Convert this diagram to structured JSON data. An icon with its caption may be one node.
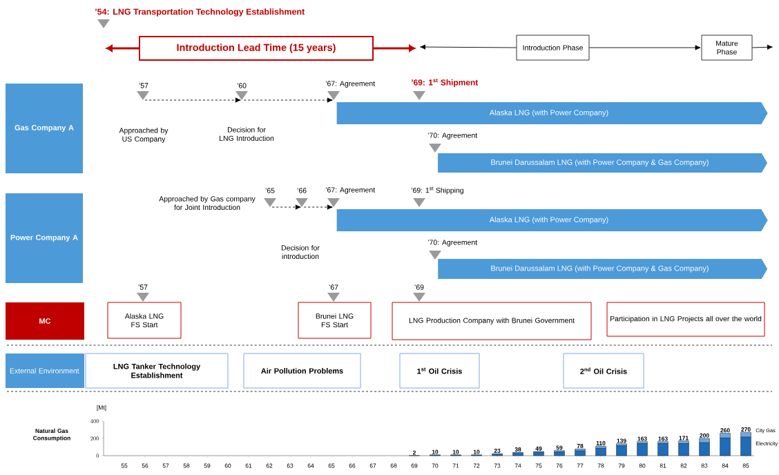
{
  "diagram": {
    "nodes": [
      {
        "text": [
          "’54: LNG Transportation Technology Establishment"
        ]
      },
      {
        "text": [
          "Introduction Lead Time (15 years)"
        ]
      },
      {
        "text": [
          "Introduction Phase"
        ]
      },
      {
        "text": [
          "Mature Phase"
        ]
      },
      {
        "text": [
          "Gas Company A"
        ]
      },
      {
        "text": [
          "’57"
        ],
        "beside": [
          "Approached by US Company"
        ]
      },
      {
        "text": [
          "’60"
        ],
        "beside": [
          "Decision for LNG Introduction"
        ]
      },
      {
        "text": [
          "’67: Agreement"
        ]
      },
      {
        "text": [
          "’69: 1$^{st}$ Shipment"
        ]
      },
      {
        "text": [
          "Alaska LNG (with Power Company)"
        ]
      },
      {
        "text": [
          "’70: Agreement"
        ]
      },
      {
        "text": [
          "Brunei Darussalam LNG (with Power Company & Gas Company)"
        ]
      },
      {
        "text": [
          "Power Company A"
        ]
      },
      {
        "text": [
          "’65"
        ],
        "beside": [
          "Approached by Gas company for Joint Introduction"
        ]
      },
      {
        "text": [
          "’66"
        ]
      },
      {
        "text": [
          "’67: Agreement"
        ]
      },
      {
        "text": [
          "’69: 1$^{st}$ Shipping"
        ]
      },
      {
        "text": [
          "Alaska LNG (with Power Company)"
        ]
      },
      {
        "text": [
          "’70: Agreement"
        ]
      },
      {
        "text": [
          "Brunei Darussalam LNG (with Power Company & Gas Company)"
        ]
      },
      {
        "text": [
          "MC"
        ]
      },
      {
        "text": [
          "’57"
        ]
      },
      {
        "text": [
          "’67"
        ]
      },
      {
        "text": [
          "’69"
        ]
      },
      {
        "text": [
          "Alaska LNG FS Start"
        ]
      },
      {
        "text": [
          "Brunei LNG FS Start"
        ]
      },
      {
        "text": [
          "LNG Production Company with Brunei Government"
        ]
      },
      {
        "text": [
          "Participation in LNG Projects all over the world"
        ]
      },
      {
        "text": [
          "External Environment"
        ]
      },
      {
        "text": [
          "LNG Tanker Technology Establishment"
        ]
      },
      {
        "text": [
          "Air Pollution Problems"
        ]
      },
      {
        "text": [
          "1$^{st}$ Oil Crisis"
        ]
      },
      {
        "text": [
          "2$^{nd}$ Oil Crisis"
        ]
      }
    ],
    "edges": [
      {
        "from": 1,
        "to": null,
        "arrow": "to",
        "style": "thick",
        "color": "#c00000"
      },
      {
        "from": 1,
        "to": null,
        "arrow": "to",
        "style": "thick",
        "color": "#c00000"
      },
      {
        "from": 2,
        "to": null,
        "arrow": "to"
      },
      {
        "from": 2,
        "to": 3,
        "arrow": "to"
      },
      {
        "from": 3,
        "to": null,
        "arrow": "to"
      },
      {
        "from": 5,
        "to": 6,
        "arrow": "to",
        "style": "dashed"
      },
      {
        "from": 6,
        "to": 7,
        "arrow": "to",
        "style": "dashed"
      },
      {
        "from": 13,
        "to": 14,
        "arrow": "to",
        "style": "dashed"
      },
      {
        "from": 14,
        "to": 15,
        "arrow": "to",
        "style": "dashed"
      }
    ],
    "labels": [
      "Decision for introduction"
    ],
    "chart_data": {
      "type": "bar",
      "title": "Natural Gas Consumption",
      "ylabel": "[Mt]",
      "categories": [
        "55",
        "56",
        "57",
        "58",
        "59",
        "60",
        "61",
        "62",
        "63",
        "64",
        "65",
        "66",
        "67",
        "68",
        "69",
        "70",
        "71",
        "72",
        "73",
        "74",
        "75",
        "76",
        "77",
        "78",
        "79",
        "80",
        "81",
        "82",
        "83",
        "84",
        "85"
      ],
      "series": [
        {
          "name": "Electricity",
          "color": "#1f6cb8",
          "values": [
            null,
            null,
            null,
            null,
            null,
            null,
            null,
            null,
            null,
            null,
            null,
            null,
            null,
            null,
            2,
            10,
            10,
            10,
            23,
            38,
            38,
            42,
            55,
            85,
            115,
            140,
            140,
            140,
            150,
            205,
            215
          ]
        },
        {
          "name": "City Gas",
          "color": "#6fa8e0",
          "values": [
            null,
            null,
            null,
            null,
            null,
            null,
            null,
            null,
            null,
            null,
            null,
            null,
            null,
            null,
            null,
            null,
            null,
            null,
            null,
            null,
            11,
            17,
            23,
            25,
            24,
            23,
            23,
            31,
            50,
            55,
            55
          ]
        }
      ],
      "ylim": [
        0,
        400
      ],
      "yticks": [
        0,
        200,
        400
      ],
      "stacked": true,
      "value_labels": [
        null,
        null,
        null,
        null,
        null,
        null,
        null,
        null,
        null,
        null,
        null,
        null,
        null,
        null,
        "2",
        "10",
        "10",
        "10",
        "23",
        "38",
        "49",
        "59",
        "78",
        "110",
        "139",
        "163",
        "163",
        "171",
        "200",
        "260",
        "270"
      ]
    }
  }
}
